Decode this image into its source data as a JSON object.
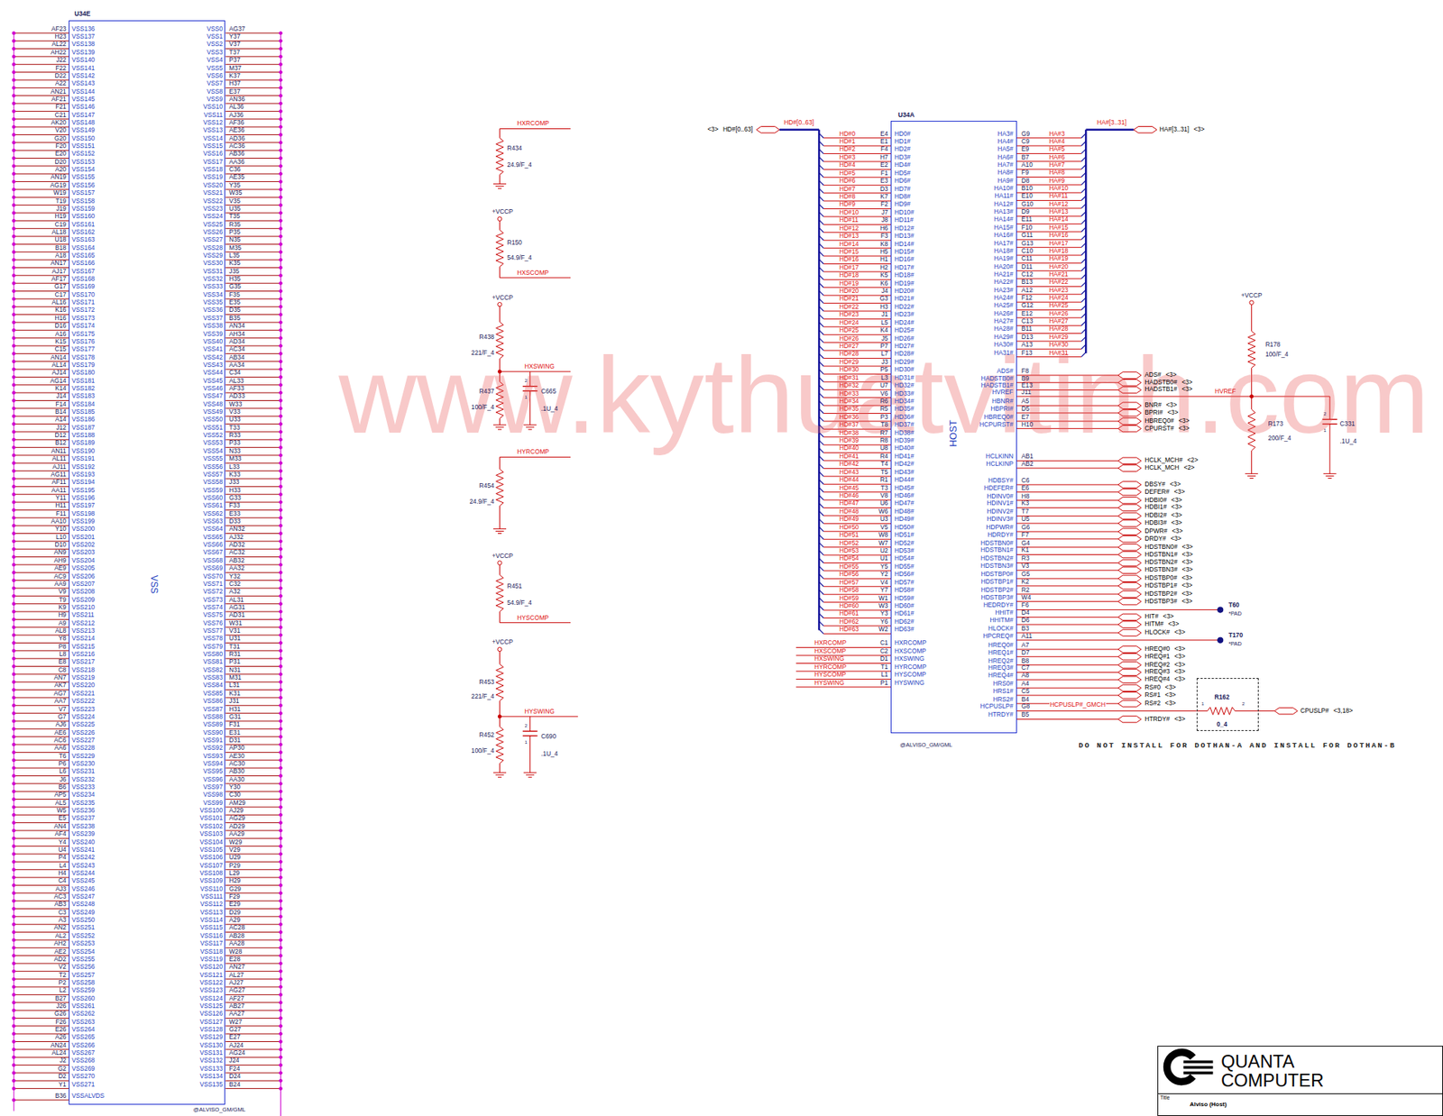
{
  "diagram": {
    "nodes": [
      {
        "text": [
          "U34E",
          "VSS"
        ]
      },
      {
        "text": [
          "U34A",
          "HOST"
        ]
      },
      {
        "text": [
          "R162",
          "0_4"
        ]
      },
      {
        "text": [
          "QUANTA COMPUTER",
          "Title",
          "Alviso (Host)"
        ]
      }
    ],
    "edges": [
      {
        "from": 1,
        "to": 2,
        "arrow": "none",
        "label": "HCPUSLP#_GMCH"
      }
    ],
    "labels": [
      "AF23",
      "VSS136",
      "H23",
      "VSS137",
      "AL22",
      "VSS138",
      "AH22",
      "VSS139",
      "J22",
      "VSS140",
      "F22",
      "VSS141",
      "D22",
      "VSS142",
      "A22",
      "VSS143",
      "AN21",
      "VSS144",
      "AF21",
      "VSS145",
      "F21",
      "VSS146",
      "C21",
      "VSS147",
      "AK20",
      "VSS148",
      "V20",
      "VSS149",
      "G20",
      "VSS150",
      "F20",
      "VSS151",
      "E20",
      "VSS152",
      "D20",
      "VSS153",
      "A20",
      "VSS154",
      "AN19",
      "VSS155",
      "AG19",
      "VSS156",
      "W19",
      "VSS157",
      "T19",
      "VSS158",
      "J19",
      "VSS159",
      "H19",
      "VSS160",
      "C19",
      "VSS161",
      "AL18",
      "VSS162",
      "U18",
      "VSS163",
      "B18",
      "VSS164",
      "A18",
      "VSS165",
      "AN17",
      "VSS166",
      "AJ17",
      "VSS167",
      "AF17",
      "VSS168",
      "G17",
      "VSS169",
      "C17",
      "VSS170",
      "AL16",
      "VSS171",
      "K16",
      "VSS172",
      "H16",
      "VSS173",
      "D16",
      "VSS174",
      "A16",
      "VSS175",
      "K15",
      "VSS176",
      "C15",
      "VSS177",
      "AN14",
      "VSS178",
      "AL14",
      "VSS179",
      "AJ14",
      "VSS180",
      "AG14",
      "VSS181",
      "K14",
      "VSS182",
      "J14",
      "VSS183",
      "F14",
      "VSS184",
      "B14",
      "VSS185",
      "A14",
      "VSS186",
      "J12",
      "VSS187",
      "D12",
      "VSS188",
      "B12",
      "VSS189",
      "AN11",
      "VSS190",
      "AL11",
      "VSS191",
      "AJ11",
      "VSS192",
      "AG11",
      "VSS193",
      "AF11",
      "VSS194",
      "AA11",
      "VSS195",
      "Y11",
      "VSS196",
      "H11",
      "VSS197",
      "F11",
      "VSS198",
      "AA10",
      "VSS199",
      "Y10",
      "VSS200",
      "L10",
      "VSS201",
      "D10",
      "VSS202",
      "AN9",
      "VSS203",
      "AH9",
      "VSS204",
      "AE9",
      "VSS205",
      "AC9",
      "VSS206",
      "AA9",
      "VSS207",
      "V9",
      "VSS208",
      "T9",
      "VSS209",
      "K9",
      "VSS210",
      "H9",
      "VSS211",
      "A9",
      "VSS212",
      "AL8",
      "VSS213",
      "Y8",
      "VSS214",
      "P8",
      "VSS215",
      "L8",
      "VSS216",
      "E8",
      "VSS217",
      "C8",
      "VSS218",
      "AN7",
      "VSS219",
      "AK7",
      "VSS220",
      "AG7",
      "VSS221",
      "AA7",
      "VSS222",
      "V7",
      "VSS223",
      "G7",
      "VSS224",
      "AJ6",
      "VSS225",
      "AE6",
      "VSS226",
      "AC6",
      "VSS227",
      "AA6",
      "VSS228",
      "T6",
      "VSS229",
      "P6",
      "VSS230",
      "L6",
      "VSS231",
      "J6",
      "VSS232",
      "B6",
      "VSS233",
      "AP5",
      "VSS234",
      "AL5",
      "VSS235",
      "W5",
      "VSS236",
      "E5",
      "VSS237",
      "AN4",
      "VSS238",
      "AF4",
      "VSS239",
      "Y4",
      "VSS240",
      "U4",
      "VSS241",
      "P4",
      "VSS242",
      "L4",
      "VSS243",
      "H4",
      "VSS244",
      "C4",
      "VSS245",
      "AJ3",
      "VSS246",
      "AC3",
      "VSS247",
      "AB3",
      "VSS248",
      "C3",
      "VSS249",
      "A3",
      "VSS250",
      "AN2",
      "VSS251",
      "AL2",
      "VSS252",
      "AH2",
      "VSS253",
      "AE2",
      "VSS254",
      "AD2",
      "VSS255",
      "V2",
      "VSS256",
      "T2",
      "VSS257",
      "P2",
      "VSS258",
      "L2",
      "VSS259",
      "B27",
      "VSS260",
      "J26",
      "VSS261",
      "G26",
      "VSS262",
      "F26",
      "VSS263",
      "E26",
      "VSS264",
      "A26",
      "VSS265",
      "AN24",
      "VSS266",
      "AL24",
      "VSS267",
      "J2",
      "VSS268",
      "G2",
      "VSS269",
      "D2",
      "VSS270",
      "Y1",
      "VSS271",
      "B36",
      "VSSALVDS",
      "VSS0",
      "AG37",
      "VSS1",
      "Y37",
      "VSS2",
      "V37",
      "VSS3",
      "T37",
      "VSS4",
      "P37",
      "VSS5",
      "M37",
      "VSS6",
      "K37",
      "VSS7",
      "H37",
      "VSS8",
      "E37",
      "VSS9",
      "AN36",
      "VSS10",
      "AL36",
      "VSS11",
      "AJ36",
      "VSS12",
      "AF36",
      "VSS13",
      "AE36",
      "VSS14",
      "AD36",
      "VSS15",
      "AC36",
      "VSS16",
      "AB36",
      "VSS17",
      "AA36",
      "VSS18",
      "C36",
      "VSS19",
      "AE35",
      "VSS20",
      "Y35",
      "VSS21",
      "W35",
      "VSS22",
      "V35",
      "VSS23",
      "U35",
      "VSS24",
      "T35",
      "VSS25",
      "R35",
      "VSS26",
      "P35",
      "VSS27",
      "N35",
      "VSS28",
      "M35",
      "VSS29",
      "L35",
      "VSS30",
      "K35",
      "VSS31",
      "J35",
      "VSS32",
      "H35",
      "VSS33",
      "G35",
      "VSS34",
      "F35",
      "VSS35",
      "E35",
      "VSS36",
      "D35",
      "VSS37",
      "B35",
      "VSS38",
      "AN34",
      "VSS39",
      "AH34",
      "VSS40",
      "AD34",
      "VSS41",
      "AC34",
      "VSS42",
      "AB34",
      "VSS43",
      "AA34",
      "VSS44",
      "C34",
      "VSS45",
      "AL33",
      "VSS46",
      "AF33",
      "VSS47",
      "AD33",
      "VSS48",
      "W33",
      "VSS49",
      "V33",
      "VSS50",
      "U33",
      "VSS51",
      "T33",
      "VSS52",
      "R33",
      "VSS53",
      "P33",
      "VSS54",
      "N33",
      "VSS55",
      "M33",
      "VSS56",
      "L33",
      "VSS57",
      "K33",
      "VSS58",
      "J33",
      "VSS59",
      "H33",
      "VSS60",
      "G33",
      "VSS61",
      "F33",
      "VSS62",
      "E33",
      "VSS63",
      "D33",
      "VSS64",
      "AN32",
      "VSS65",
      "AJ32",
      "VSS66",
      "AD32",
      "VSS67",
      "AC32",
      "VSS68",
      "AB32",
      "VSS69",
      "AA32",
      "VSS70",
      "Y32",
      "VSS71",
      "C32",
      "VSS72",
      "A32",
      "VSS73",
      "AL31",
      "VSS74",
      "AG31",
      "VSS75",
      "AD31",
      "VSS76",
      "W31",
      "VSS77",
      "V31",
      "VSS78",
      "U31",
      "VSS79",
      "T31",
      "VSS80",
      "R31",
      "VSS81",
      "P31",
      "VSS82",
      "N31",
      "VSS83",
      "M31",
      "VSS84",
      "L31",
      "VSS85",
      "K31",
      "VSS86",
      "J31",
      "VSS87",
      "H31",
      "VSS88",
      "G31",
      "VSS89",
      "F31",
      "VSS90",
      "E31",
      "VSS91",
      "D31",
      "VSS92",
      "AP30",
      "VSS93",
      "AE30",
      "VSS94",
      "AC30",
      "VSS95",
      "AB30",
      "VSS96",
      "AA30",
      "VSS97",
      "Y30",
      "VSS98",
      "C30",
      "VSS99",
      "AM29",
      "VSS100",
      "AJ29",
      "VSS101",
      "AG29",
      "VSS102",
      "AD29",
      "VSS103",
      "AA29",
      "VSS104",
      "W29",
      "VSS105",
      "V29",
      "VSS106",
      "U29",
      "VSS107",
      "P29",
      "VSS108",
      "L29",
      "VSS109",
      "H29",
      "VSS110",
      "G29",
      "VSS111",
      "F29",
      "VSS112",
      "E29",
      "VSS113",
      "D29",
      "VSS114",
      "A29",
      "VSS115",
      "AC28",
      "VSS116",
      "AB28",
      "VSS117",
      "AA28",
      "VSS118",
      "W28",
      "VSS119",
      "E28",
      "VSS120",
      "AN27",
      "VSS121",
      "AL27",
      "VSS122",
      "AJ27",
      "VSS123",
      "AG27",
      "VSS124",
      "AF27",
      "VSS125",
      "AB27",
      "VSS126",
      "AA27",
      "VSS127",
      "W27",
      "VSS128",
      "G27",
      "VSS129",
      "E27",
      "VSS130",
      "AJ24",
      "VSS131",
      "AG24",
      "VSS132",
      "J24",
      "VSS133",
      "F24",
      "VSS134",
      "D24",
      "VSS135",
      "B24",
      "@ALVISO_GM/GML",
      "HXRCOMP",
      "R434",
      "24.9/F_4",
      "+VCCP",
      "R150",
      "54.9/F_4",
      "HXSCOMP",
      "+VCCP",
      "R438",
      "221/F_4",
      "HXSWING",
      "R437",
      "100/F_4",
      "C665",
      "2",
      "1",
      ".1U_4",
      "HYRCOMP",
      "R454",
      "24.9/F_4",
      "+VCCP",
      "R451",
      "54.9/F_4",
      "HYSCOMP",
      "+VCCP",
      "R453",
      "221/F_4",
      "HYSWING",
      "R452",
      "100/F_4",
      "C690",
      "2",
      "1",
      ".1U_4",
      "<3>",
      "HD#[0..63]",
      "HD#[0..63]",
      "HD#0",
      "E4",
      "HD0#",
      "HD#1",
      "E1",
      "HD1#",
      "HD#2",
      "F4",
      "HD2#",
      "HD#3",
      "H7",
      "HD3#",
      "HD#4",
      "E2",
      "HD4#",
      "HD#5",
      "F1",
      "HD5#",
      "HD#6",
      "E3",
      "HD6#",
      "HD#7",
      "D3",
      "HD7#",
      "HD#8",
      "K7",
      "HD8#",
      "HD#9",
      "F2",
      "HD9#",
      "HD#10",
      "J7",
      "HD10#",
      "HD#11",
      "J8",
      "HD11#",
      "HD#12",
      "H6",
      "HD12#",
      "HD#13",
      "F3",
      "HD13#",
      "HD#14",
      "K8",
      "HD14#",
      "HD#15",
      "H5",
      "HD15#",
      "HD#16",
      "H1",
      "HD16#",
      "HD#17",
      "H2",
      "HD17#",
      "HD#18",
      "K5",
      "HD18#",
      "HD#19",
      "K6",
      "HD19#",
      "HD#20",
      "J4",
      "HD20#",
      "HD#21",
      "G3",
      "HD21#",
      "HD#22",
      "H3",
      "HD22#",
      "HD#23",
      "J1",
      "HD23#",
      "HD#24",
      "L5",
      "HD24#",
      "HD#25",
      "K4",
      "HD25#",
      "HD#26",
      "J5",
      "HD26#",
      "HD#27",
      "P7",
      "HD27#",
      "HD#28",
      "L7",
      "HD28#",
      "HD#29",
      "J3",
      "HD29#",
      "HD#30",
      "P5",
      "HD30#",
      "HD#31",
      "L3",
      "HD31#",
      "HD#32",
      "U7",
      "HD32#",
      "HD#33",
      "V6",
      "HD33#",
      "HD#34",
      "R6",
      "HD34#",
      "HD#35",
      "R5",
      "HD35#",
      "HD#36",
      "P3",
      "HD36#",
      "HD#37",
      "T8",
      "HD37#",
      "HD#38",
      "R7",
      "HD38#",
      "HD#39",
      "R8",
      "HD39#",
      "HD#40",
      "U8",
      "HD40#",
      "HD#41",
      "R4",
      "HD41#",
      "HD#42",
      "T4",
      "HD42#",
      "HD#43",
      "T5",
      "HD43#",
      "HD#44",
      "R1",
      "HD44#",
      "HD#45",
      "T3",
      "HD45#",
      "HD#46",
      "V8",
      "HD46#",
      "HD#47",
      "U6",
      "HD47#",
      "HD#48",
      "W6",
      "HD48#",
      "HD#49",
      "U3",
      "HD49#",
      "HD#50",
      "V5",
      "HD50#",
      "HD#51",
      "W8",
      "HD51#",
      "HD#52",
      "W7",
      "HD52#",
      "HD#53",
      "U2",
      "HD53#",
      "HD#54",
      "U1",
      "HD54#",
      "HD#55",
      "Y5",
      "HD55#",
      "HD#56",
      "Y2",
      "HD56#",
      "HD#57",
      "V4",
      "HD57#",
      "HD#58",
      "Y7",
      "HD58#",
      "HD#59",
      "W1",
      "HD59#",
      "HD#60",
      "W3",
      "HD60#",
      "HD#61",
      "Y3",
      "HD61#",
      "HD#62",
      "Y6",
      "HD62#",
      "HD#63",
      "W2",
      "HD63#",
      "HXRCOMP",
      "C1",
      "HXRCOMP",
      "HXSCOMP",
      "C2",
      "HXSCOMP",
      "HXSWING",
      "D1",
      "HXSWING",
      "HYRCOMP",
      "T1",
      "HYRCOMP",
      "HYSCOMP",
      "L1",
      "HYSCOMP",
      "HYSWING",
      "P1",
      "HYSWING",
      "HA#[3..31]",
      "HA#[3..31]",
      "<3>",
      "HA3#",
      "G9",
      "HA#3",
      "HA4#",
      "C9",
      "HA#4",
      "HA5#",
      "E9",
      "HA#5",
      "HA6#",
      "B7",
      "HA#6",
      "HA7#",
      "A10",
      "HA#7",
      "HA8#",
      "F9",
      "HA#8",
      "HA9#",
      "D8",
      "HA#9",
      "HA10#",
      "B10",
      "HA#10",
      "HA11#",
      "E10",
      "HA#11",
      "HA12#",
      "G10",
      "HA#12",
      "HA13#",
      "D9",
      "HA#13",
      "HA14#",
      "E11",
      "HA#14",
      "HA15#",
      "F10",
      "HA#15",
      "HA16#",
      "G11",
      "HA#16",
      "HA17#",
      "G13",
      "HA#17",
      "HA18#",
      "C10",
      "HA#18",
      "HA19#",
      "C11",
      "HA#19",
      "HA20#",
      "D11",
      "HA#20",
      "HA21#",
      "C12",
      "HA#21",
      "HA22#",
      "B13",
      "HA#22",
      "HA23#",
      "A12",
      "HA#23",
      "HA24#",
      "F12",
      "HA#24",
      "HA25#",
      "G12",
      "HA#25",
      "HA26#",
      "E12",
      "HA#26",
      "HA27#",
      "C13",
      "HA#27",
      "HA28#",
      "B11",
      "HA#28",
      "HA29#",
      "D13",
      "HA#29",
      "HA30#",
      "A13",
      "HA#30",
      "HA31#",
      "F13",
      "HA#31",
      "ADS#",
      "F8",
      "ADS#",
      "<3>",
      "HADSTB0#",
      "B9",
      "HADSTB0#",
      "<3>",
      "HADSTB1#",
      "E13",
      "HADSTB1#",
      "<3>",
      "HVREF",
      "J11",
      "HVREF",
      "HBNR#",
      "A5",
      "BNR#",
      "<3>",
      "HBPRI#",
      "D5",
      "BPRI#",
      "<3>",
      "HBREQ0#",
      "E7",
      "HBREQ0#",
      "<3>",
      "HCPURST#",
      "H10",
      "CPURST#",
      "<3>",
      "HCLKINN",
      "AB1",
      "HCLK_MCH#",
      "<2>",
      "HCLKINP",
      "AB2",
      "HCLK_MCH",
      "<2>",
      "HDBSY#",
      "C6",
      "DBSY#",
      "<3>",
      "HDEFER#",
      "E6",
      "DEFER#",
      "<3>",
      "HDINV0#",
      "H8",
      "HDBI0#",
      "<3>",
      "HDINV1#",
      "K3",
      "HDBI1#",
      "<3>",
      "HDINV2#",
      "T7",
      "HDBI2#",
      "<3>",
      "HDINV3#",
      "U5",
      "HDBI3#",
      "<3>",
      "HDPWR#",
      "G6",
      "DPWR#",
      "<3>",
      "HDRDY#",
      "F7",
      "DRDY#",
      "<3>",
      "HDSTBN0#",
      "G4",
      "HDSTBN0#",
      "<3>",
      "HDSTBN1#",
      "K1",
      "HDSTBN1#",
      "<3>",
      "HDSTBN2#",
      "R3",
      "HDSTBN2#",
      "<3>",
      "HDSTBN3#",
      "V3",
      "HDSTBN3#",
      "<3>",
      "HDSTBP0#",
      "G5",
      "HDSTBP0#",
      "<3>",
      "HDSTBP1#",
      "K2",
      "HDSTBP1#",
      "<3>",
      "HDSTBP2#",
      "R2",
      "HDSTBP2#",
      "<3>",
      "HDSTBP3#",
      "W4",
      "HDSTBP3#",
      "<3>",
      "HEDRDY#",
      "F6",
      "T60",
      "*PAD",
      "HHIT#",
      "D4",
      "HIT#",
      "<3>",
      "HHITM#",
      "D6",
      "HITM#",
      "<3>",
      "HLOCK#",
      "B3",
      "HLOCK#",
      "<3>",
      "HPCREQ#",
      "A11",
      "T170",
      "*PAD",
      "HREQ0#",
      "A7",
      "HREQ#0",
      "<3>",
      "HREQ1#",
      "D7",
      "HREQ#1",
      "<3>",
      "HREQ2#",
      "B8",
      "HREQ#2",
      "<3>",
      "HREQ3#",
      "C7",
      "HREQ#3",
      "<3>",
      "HREQ4#",
      "A8",
      "HREQ#4",
      "<3>",
      "HRS0#",
      "A4",
      "RS#0",
      "<3>",
      "HRS1#",
      "C5",
      "RS#1",
      "<3>",
      "HRS2#",
      "B4",
      "RS#2",
      "<3>",
      "HCPUSLP#",
      "G8",
      "HTRDY#",
      "B5",
      "HTRDY#",
      "<3>",
      "+VCCP",
      "R178",
      "100/F_4",
      "R173",
      "200/F_4",
      "C331",
      "2",
      "1",
      ".1U_4",
      "1",
      "2",
      "CPUSLP#",
      "<3,18>",
      "@ALVISO_GM/GML",
      "DO NOT INSTALL FOR DOTHAN-A AND INSTALL FOR DOTHAN-B",
      "www.kythuatvitinh.com"
    ]
  }
}
